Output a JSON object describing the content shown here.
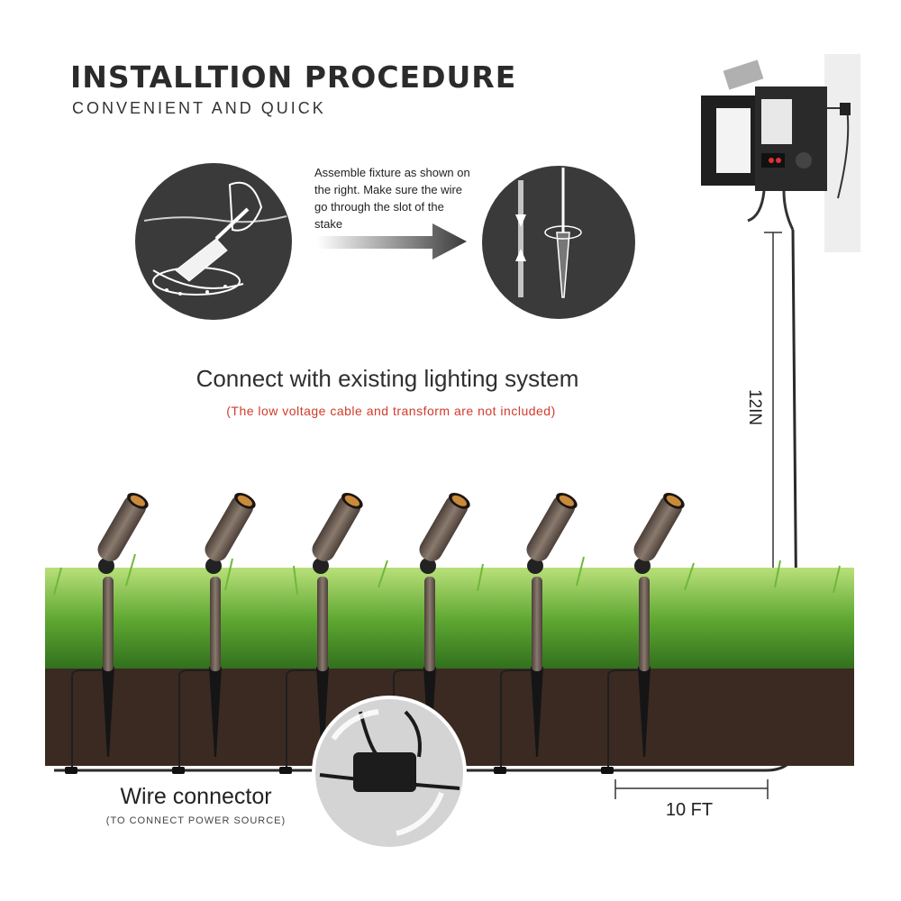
{
  "header": {
    "title": "INSTALLTION PROCEDURE",
    "subtitle": "CONVENIENT AND QUICK"
  },
  "step": {
    "instruction": "Assemble fixture as shown on the right. Make sure the wire go through the slot of the stake"
  },
  "connect": {
    "heading": "Connect with existing lighting system",
    "note": "(The low voltage cable and transform are not included)"
  },
  "connector": {
    "label": "Wire connector",
    "sublabel": "(TO CONNECT POWER SOURCE)"
  },
  "dimensions": {
    "height": "12IN",
    "length": "10 FT"
  },
  "colors": {
    "soil": "#3b2a22",
    "grass": "#4f9e2a",
    "fixture": "#6d5f55",
    "note_red": "#d23a2a"
  },
  "fixture_count": 6
}
